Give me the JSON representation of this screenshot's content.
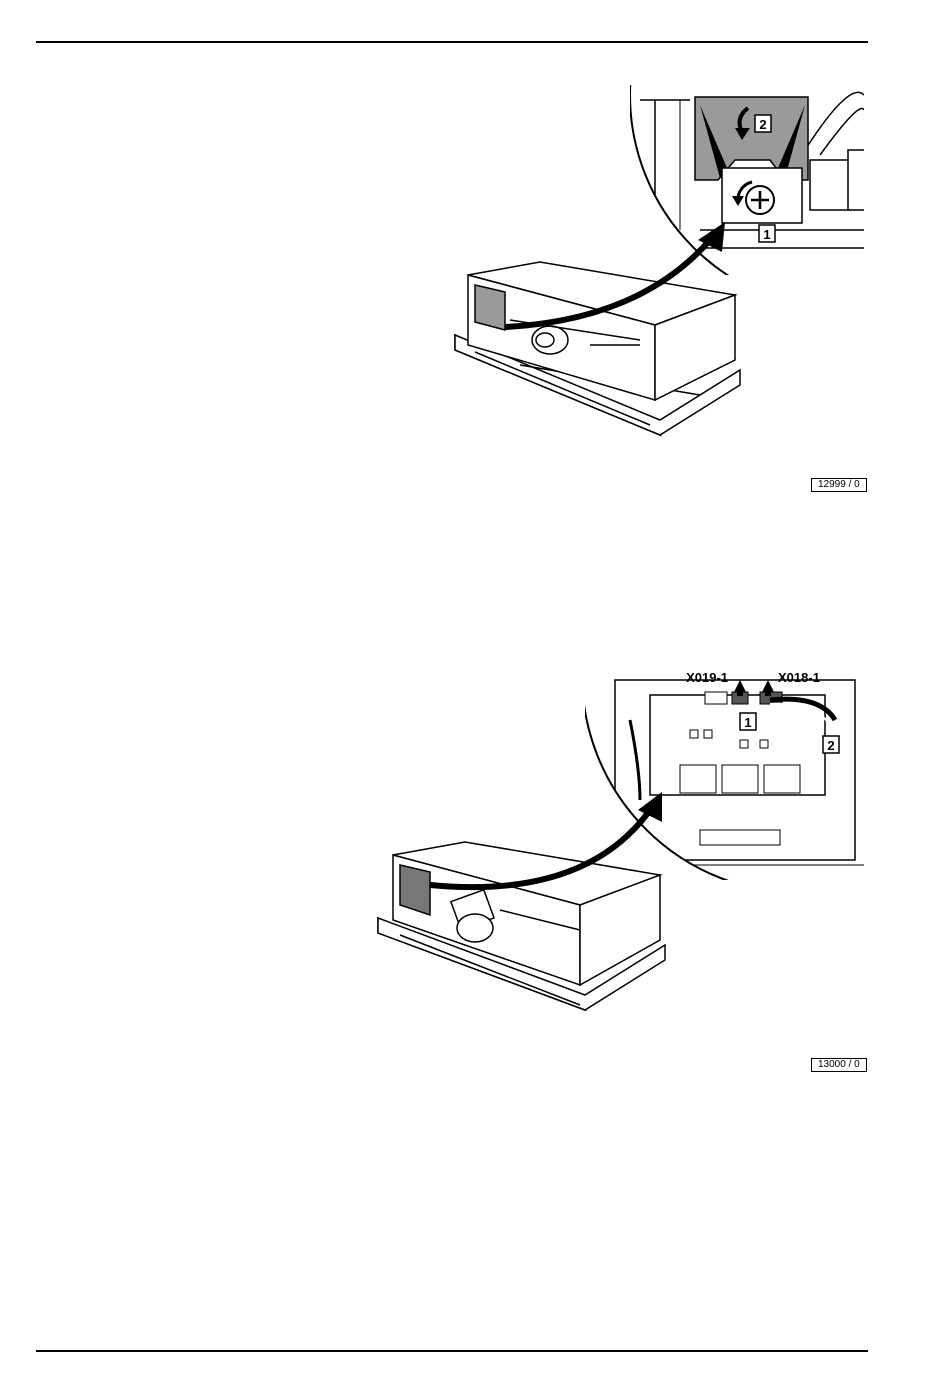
{
  "figures": [
    {
      "ref": "12999 / 0",
      "callouts": [
        "1",
        "2"
      ]
    },
    {
      "ref": "13000 / 0",
      "callouts": [
        "1",
        "2"
      ],
      "connector_labels": [
        "X019-1",
        "X018-1"
      ]
    }
  ]
}
